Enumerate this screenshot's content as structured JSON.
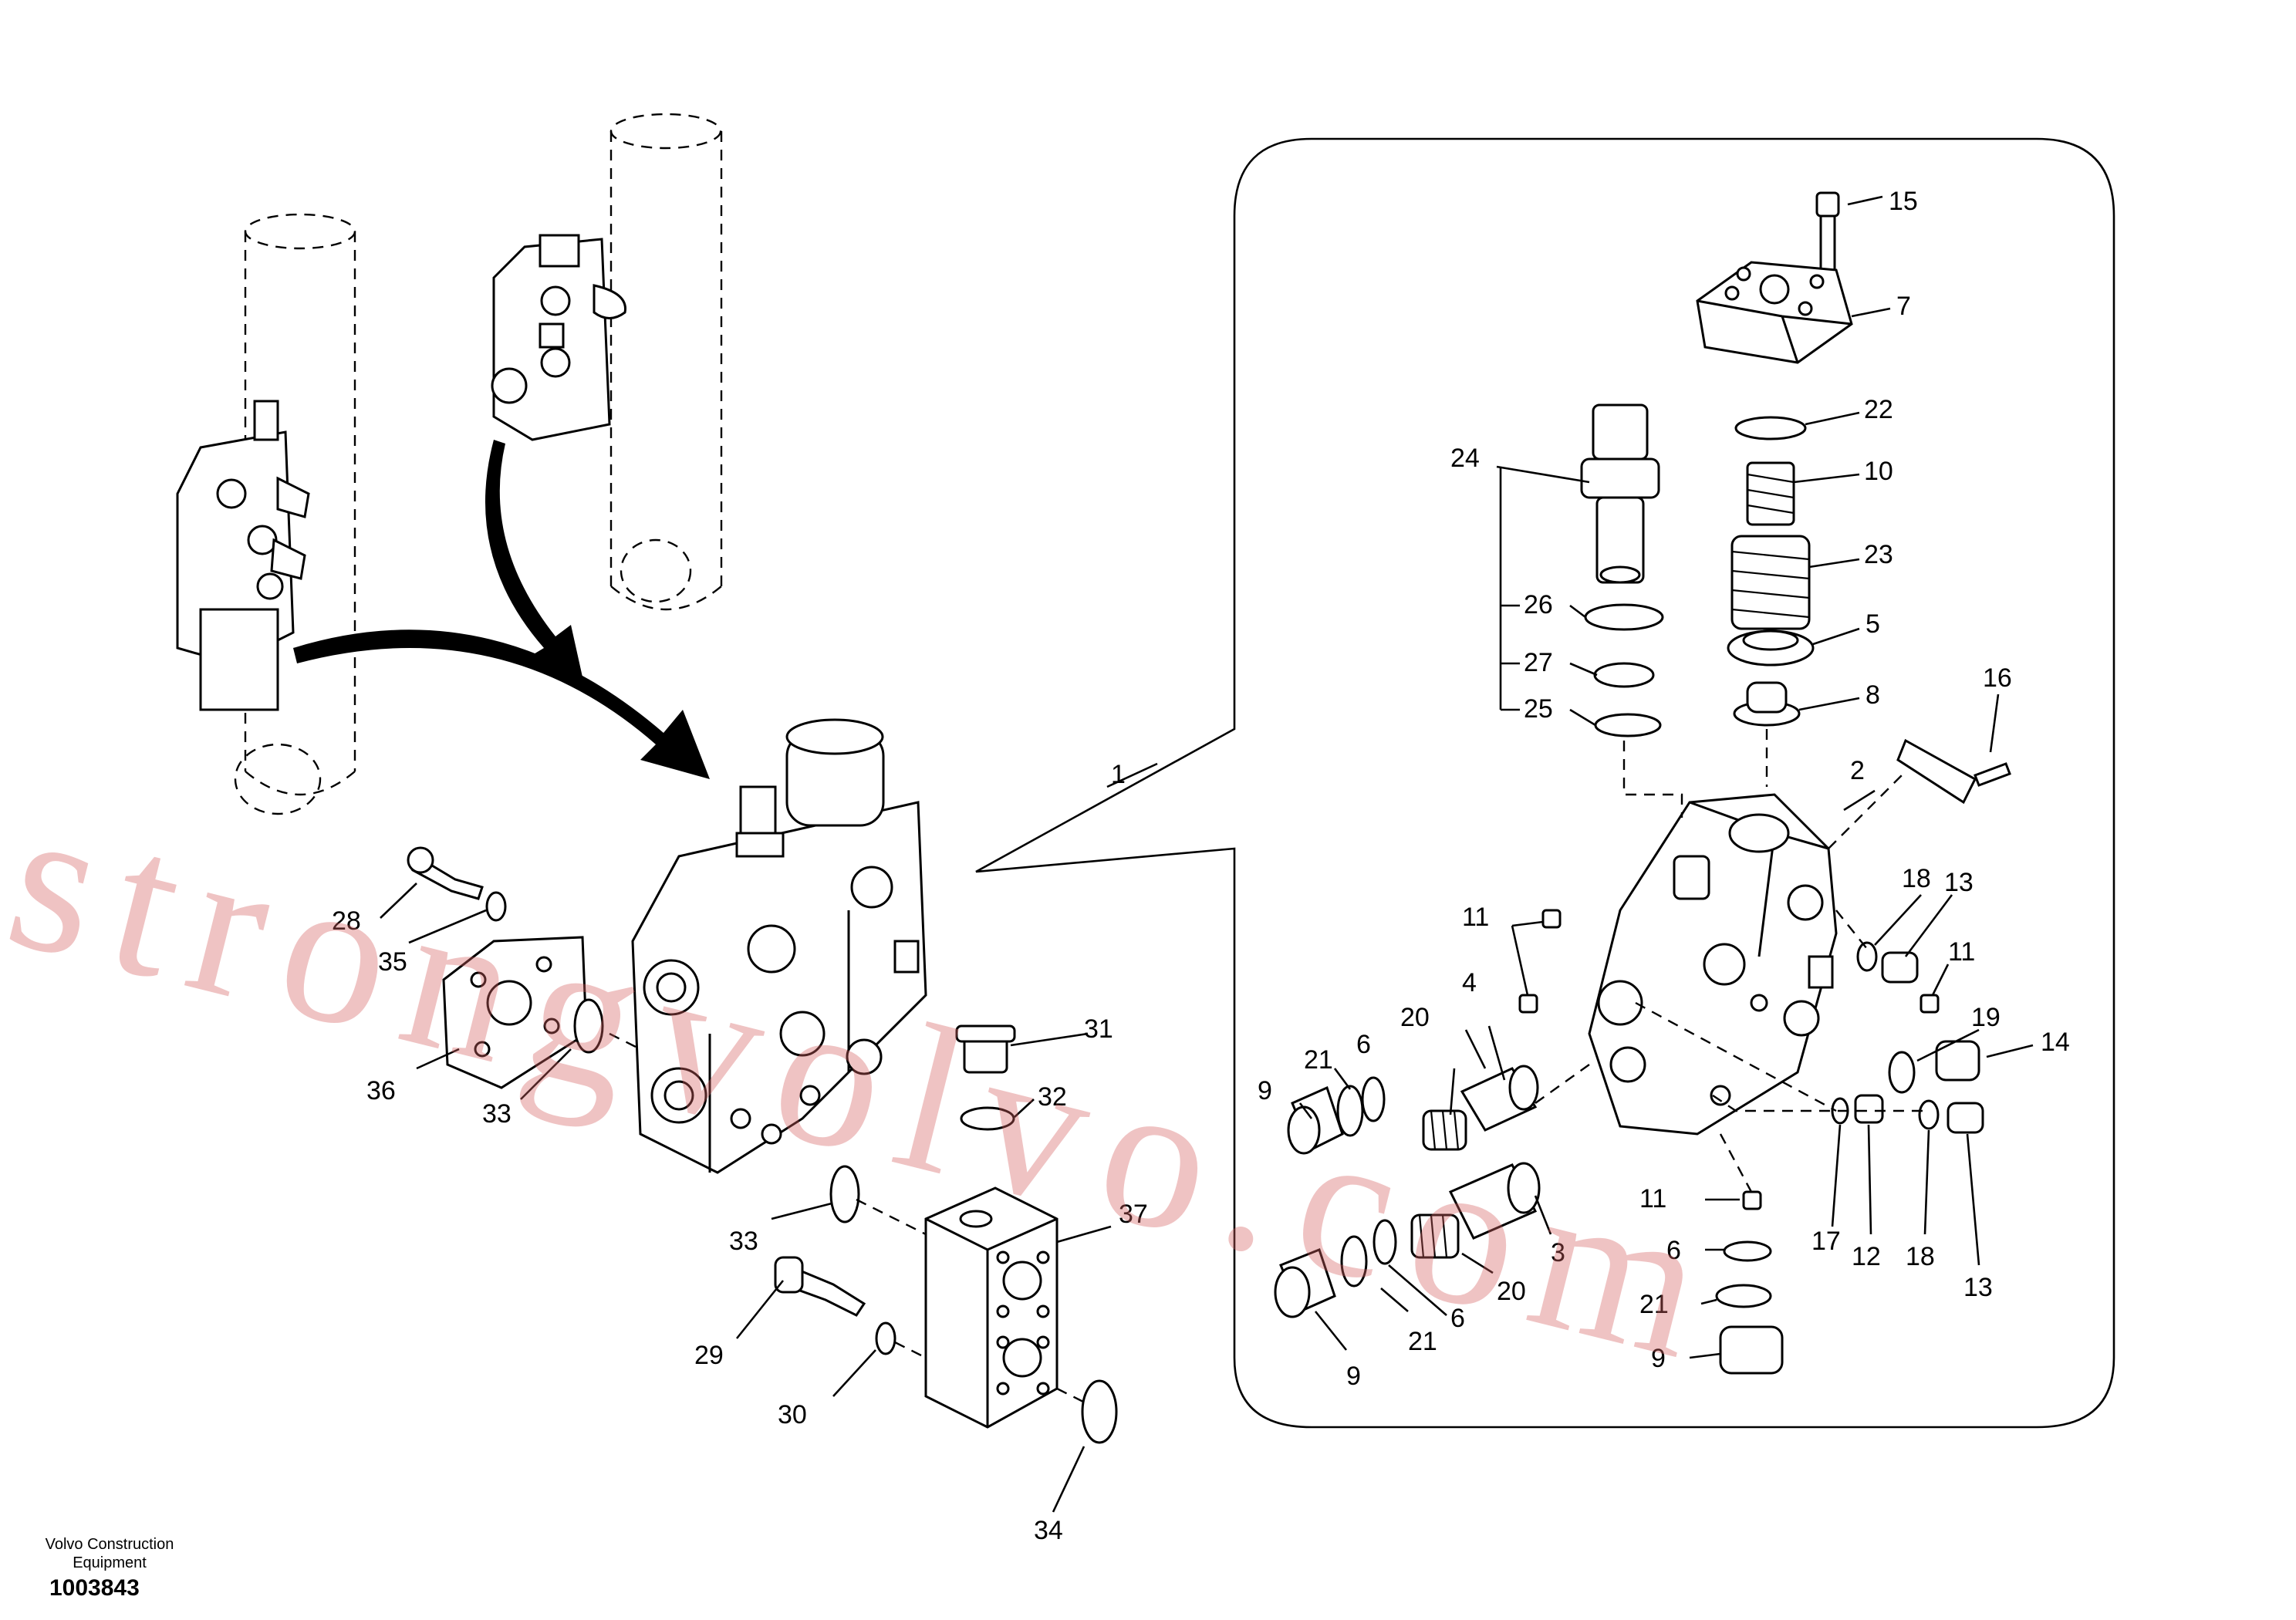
{
  "watermark": "strongvolvo.com",
  "footer": {
    "maker_line1": "Volvo Construction",
    "maker_line2": "Equipment",
    "diagram_id": "1003843"
  },
  "callouts": {
    "c1": "1",
    "c2": "2",
    "c3": "3",
    "c4": "4",
    "c5": "5",
    "c6a": "6",
    "c6b": "6",
    "c6c": "6",
    "c7": "7",
    "c8": "8",
    "c9a": "9",
    "c9b": "9",
    "c9c": "9",
    "c10": "10",
    "c11a": "11",
    "c11b": "11",
    "c11c": "11",
    "c12": "12",
    "c13a": "13",
    "c13b": "13",
    "c14": "14",
    "c15": "15",
    "c16": "16",
    "c17": "17",
    "c18a": "18",
    "c18b": "18",
    "c19": "19",
    "c20a": "20",
    "c20b": "20",
    "c21a": "21",
    "c21b": "21",
    "c21c": "21",
    "c22": "22",
    "c23": "23",
    "c24": "24",
    "c25": "25",
    "c26": "26",
    "c27": "27",
    "c28": "28",
    "c29": "29",
    "c30": "30",
    "c31": "31",
    "c32": "32",
    "c33a": "33",
    "c33b": "33",
    "c34": "34",
    "c35": "35",
    "c36": "36",
    "c37": "37"
  },
  "colors": {
    "lines": "#000000",
    "background": "#ffffff",
    "watermark": "#d66060"
  }
}
